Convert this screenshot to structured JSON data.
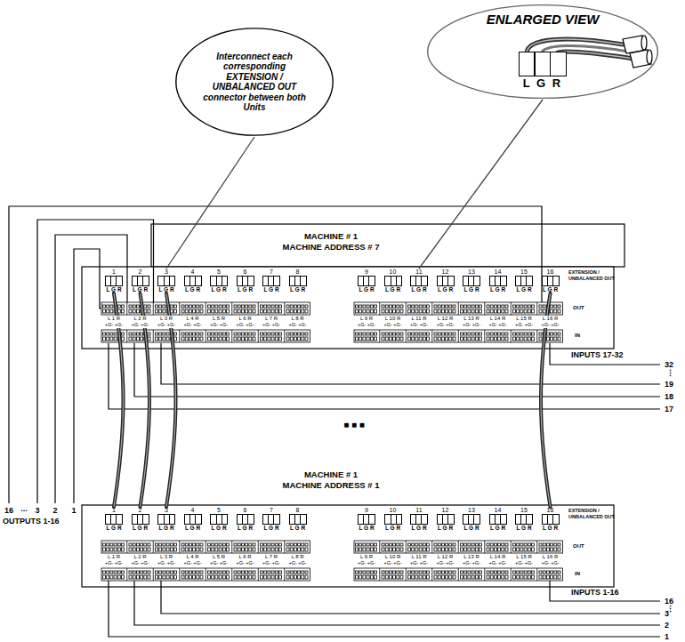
{
  "diagram": {
    "nodes": [
      {
        "text": [
          "ENLARGED VIEW"
        ]
      },
      {
        "text": [
          "L G R"
        ],
        "in": 0
      },
      {
        "text": [
          "Interconnect each corresponding EXTENSION / UNBALANCED OUT connector between both Units"
        ]
      },
      {
        "text": [
          "MACHINE # 1",
          "MACHINE ADDRESS # 7"
        ]
      },
      {
        "text": [
          "1",
          "L G R"
        ],
        "in": 3
      },
      {
        "text": [
          "2",
          "L G R"
        ],
        "in": 3
      },
      {
        "text": [
          "3",
          "L G R"
        ],
        "in": 3
      },
      {
        "text": [
          "4",
          "L G R"
        ],
        "in": 3
      },
      {
        "text": [
          "5",
          "L G R"
        ],
        "in": 3
      },
      {
        "text": [
          "6",
          "L G R"
        ],
        "in": 3
      },
      {
        "text": [
          "7",
          "L G R"
        ],
        "in": 3
      },
      {
        "text": [
          "8",
          "L G R"
        ],
        "in": 3
      },
      {
        "text": [
          "9",
          "L G R"
        ],
        "in": 3
      },
      {
        "text": [
          "10",
          "L G R"
        ],
        "in": 3
      },
      {
        "text": [
          "11",
          "L G R"
        ],
        "in": 3
      },
      {
        "text": [
          "12",
          "L G R"
        ],
        "in": 3
      },
      {
        "text": [
          "13",
          "L G R"
        ],
        "in": 3
      },
      {
        "text": [
          "14",
          "L G R"
        ],
        "in": 3
      },
      {
        "text": [
          "15",
          "L G R"
        ],
        "in": 3
      },
      {
        "text": [
          "16",
          "L G R"
        ],
        "in": 3
      },
      {
        "text": [
          "MACHINE # 1",
          "MACHINE ADDRESS # 1"
        ]
      },
      {
        "text": [
          "1",
          "L G R"
        ],
        "in": 20
      },
      {
        "text": [
          "2",
          "L G R"
        ],
        "in": 20
      },
      {
        "text": [
          "3",
          "L G R"
        ],
        "in": 20
      },
      {
        "text": [
          "4",
          "L G R"
        ],
        "in": 20
      },
      {
        "text": [
          "5",
          "L G R"
        ],
        "in": 20
      },
      {
        "text": [
          "6",
          "L G R"
        ],
        "in": 20
      },
      {
        "text": [
          "7",
          "L G R"
        ],
        "in": 20
      },
      {
        "text": [
          "8",
          "L G R"
        ],
        "in": 20
      },
      {
        "text": [
          "9",
          "L G R"
        ],
        "in": 20
      },
      {
        "text": [
          "10",
          "L G R"
        ],
        "in": 20
      },
      {
        "text": [
          "11",
          "L G R"
        ],
        "in": 20
      },
      {
        "text": [
          "12",
          "L G R"
        ],
        "in": 20
      },
      {
        "text": [
          "13",
          "L G R"
        ],
        "in": 20
      },
      {
        "text": [
          "14",
          "L G R"
        ],
        "in": 20
      },
      {
        "text": [
          "15",
          "L G R"
        ],
        "in": 20
      },
      {
        "text": [
          "16",
          "L G R"
        ],
        "in": 20
      }
    ],
    "edges": [
      {
        "from": 0,
        "to": 14,
        "arrow": "none"
      },
      {
        "from": 2,
        "to": 6,
        "arrow": "none"
      },
      {
        "from": 4,
        "to": 21,
        "arrow": "none"
      },
      {
        "from": 5,
        "to": 22,
        "arrow": "none"
      },
      {
        "from": 6,
        "to": 23,
        "arrow": "none"
      },
      {
        "from": 19,
        "to": 36,
        "arrow": "none"
      }
    ],
    "labels": [
      "EXTENSION / UNBALANCED OUT",
      "OUT",
      "IN",
      "L 1 R",
      "L 2 R",
      "L 3 R",
      "L 4 R",
      "L 5 R",
      "L 6 R",
      "L 7 R",
      "L 8 R",
      "L 9 R",
      "L 10 R",
      "L 11 R",
      "L 12 R",
      "L 13 R",
      "L 14 R",
      "L 15 R",
      "L 16 R",
      "+G- +G-",
      "+G- +G-",
      "+G- +G-",
      "+G- +G-",
      "+G- +G-",
      "+G- +G-",
      "+G- +G-",
      "+G- +G-",
      "+G- +G-",
      "+G- +G-",
      "+G- +G-",
      "+G- +G-",
      "+G- +G-",
      "+G- +G-",
      "+G- +G-",
      "+G- +G-",
      "EXTENSION / UNBALANCED OUT",
      "OUT",
      "IN",
      "L 1 R",
      "L 2 R",
      "L 3 R",
      "L 4 R",
      "L 5 R",
      "L 6 R",
      "L 7 R",
      "L 8 R",
      "L 9 R",
      "L 10 R",
      "L 11 R",
      "L 12 R",
      "L 13 R",
      "L 14 R",
      "L 15 R",
      "L 16 R",
      "+G- +G-",
      "+G- +G-",
      "+G- +G-",
      "+G- +G-",
      "+G- +G-",
      "+G- +G-",
      "+G- +G-",
      "+G- +G-",
      "+G- +G-",
      "+G- +G-",
      "+G- +G-",
      "+G- +G-",
      "+G- +G-",
      "+G- +G-",
      "+G- +G-",
      "+G- +G-",
      "■ ■ ■",
      "INPUTS 17-32",
      "32",
      "⋮",
      "19",
      "18",
      "17",
      "16",
      "...",
      "3",
      "2",
      "1",
      "OUTPUTS 1-16",
      "INPUTS 1-16",
      "16",
      "⋮",
      "3",
      "2",
      "1"
    ]
  }
}
